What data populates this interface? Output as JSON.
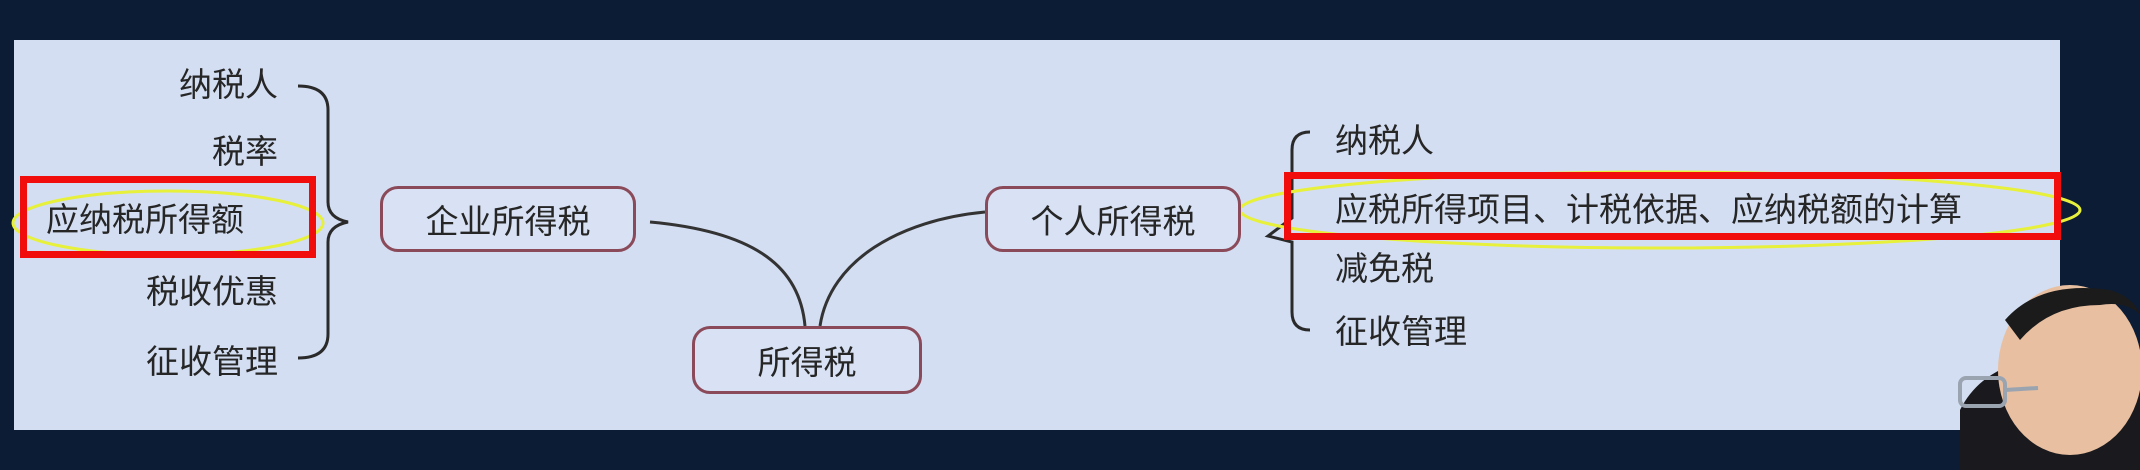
{
  "diagram": {
    "root": "所得税",
    "enterprise": {
      "label": "企业所得税",
      "items": [
        "纳税人",
        "税率",
        "应纳税所得额",
        "税收优惠",
        "征收管理"
      ],
      "highlighted": "应纳税所得额"
    },
    "individual": {
      "label": "个人所得税",
      "items": [
        "纳税人",
        "应税所得项目、计税依据、应纳税额的计算",
        "减免税",
        "征收管理"
      ],
      "highlighted": "应税所得项目、计税依据、应纳税额的计算"
    }
  },
  "colors": {
    "background": "#0c1c34",
    "slide": "#d3def2",
    "node_border": "#8a4a5a",
    "highlight_box": "#f20d0d",
    "marker_circle": "#e7f03a"
  },
  "icons": [
    "presenter-figure"
  ]
}
